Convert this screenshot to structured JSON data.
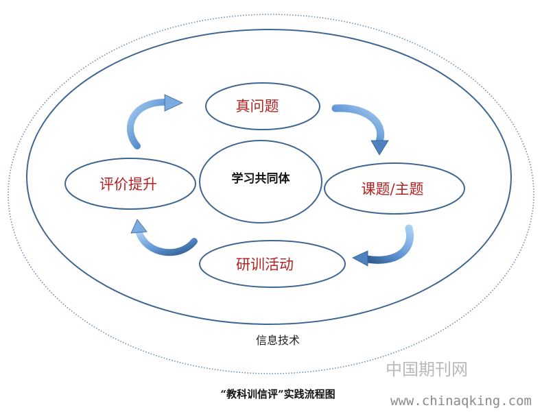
{
  "diagram": {
    "outer_label": "信息技术",
    "center_label": "学习共同体",
    "nodes": {
      "top": "真问题",
      "right": "课题/主题",
      "bottom": "研训活动",
      "left": "评价提升"
    },
    "caption": "“教科训信评”实践流程图"
  },
  "watermark": {
    "site_name": "中国期刊网",
    "url": "www.chinaqking.com"
  },
  "colors": {
    "ellipse_stroke": "#3d6592",
    "dotted_stroke": "#6b88ad",
    "node_text": "#b22222",
    "arrow_light": "#8db7e6",
    "arrow_dark": "#2f5b8e"
  }
}
